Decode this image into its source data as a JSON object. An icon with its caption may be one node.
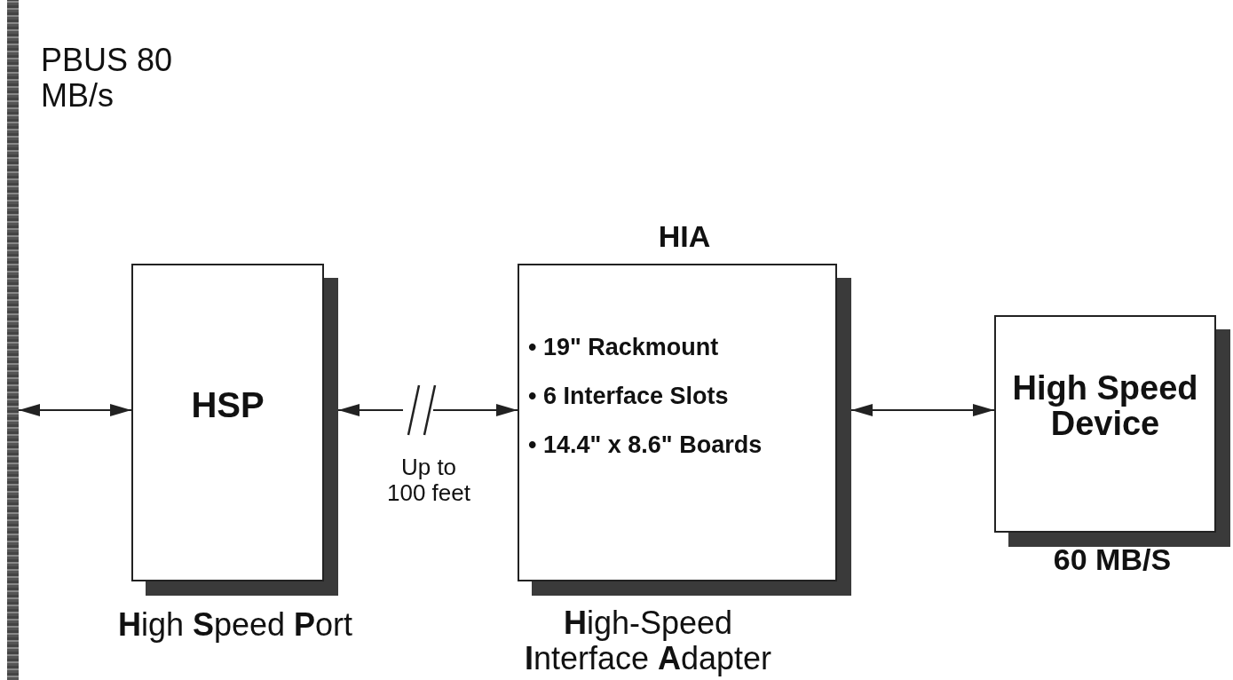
{
  "diagram": {
    "nodes": [
      {
        "text": [],
        "shape": "bar",
        "beside": [
          "PBUS 80 MB/s"
        ]
      },
      {
        "text": [
          "HSP"
        ],
        "beside": [
          "**H**igh **S**peed **P**ort"
        ]
      },
      {
        "text": [
          "HIA",
          "• 19\" Rackmount",
          "• 6 Interface Slots",
          "• 14.4\" x 8.6\" Boards"
        ],
        "beside": [
          "**H**igh-Speed **I**nterface **A**dapter"
        ]
      },
      {
        "text": [
          "High Speed Device"
        ],
        "beside": [
          "60 MB/S"
        ]
      }
    ],
    "edges": [
      {
        "from": 0,
        "to": 1,
        "arrow": "both"
      },
      {
        "from": 1,
        "to": 2,
        "arrow": "both",
        "label": "Up to 100 feet"
      },
      {
        "from": 2,
        "to": 3,
        "arrow": "both"
      }
    ]
  }
}
